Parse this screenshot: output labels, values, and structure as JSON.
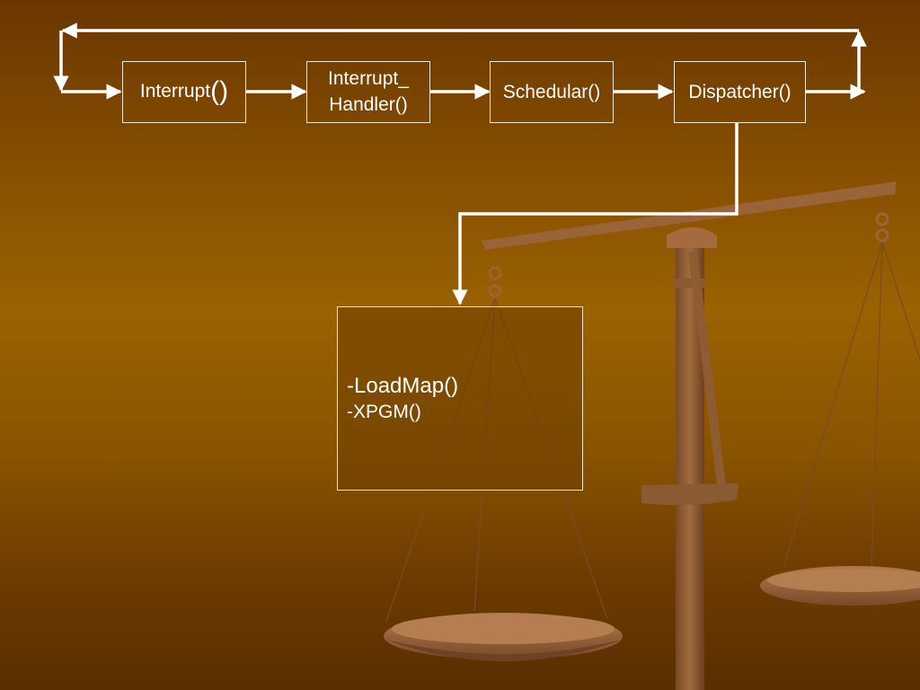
{
  "diagram": {
    "nodes": {
      "interrupt": {
        "label": "Interrupt",
        "suffix": "()"
      },
      "handler": {
        "line1": "Interrupt_",
        "line2": "Handler()"
      },
      "schedular": {
        "label": "Schedular()"
      },
      "dispatcher": {
        "label": "Dispatcher()"
      },
      "detail": {
        "line1": "-LoadMap()",
        "line2": "-XPGM()"
      }
    },
    "edges": [
      {
        "from": "interrupt",
        "to": "handler"
      },
      {
        "from": "handler",
        "to": "schedular"
      },
      {
        "from": "schedular",
        "to": "dispatcher"
      },
      {
        "from": "dispatcher",
        "to": "interrupt",
        "route": "loop-back-over-top"
      },
      {
        "from": "dispatcher",
        "to": "detail"
      }
    ]
  },
  "colors": {
    "stroke": "#ffffff",
    "box_border": "#f3e6cf",
    "scale_metal": "#a0683a"
  }
}
